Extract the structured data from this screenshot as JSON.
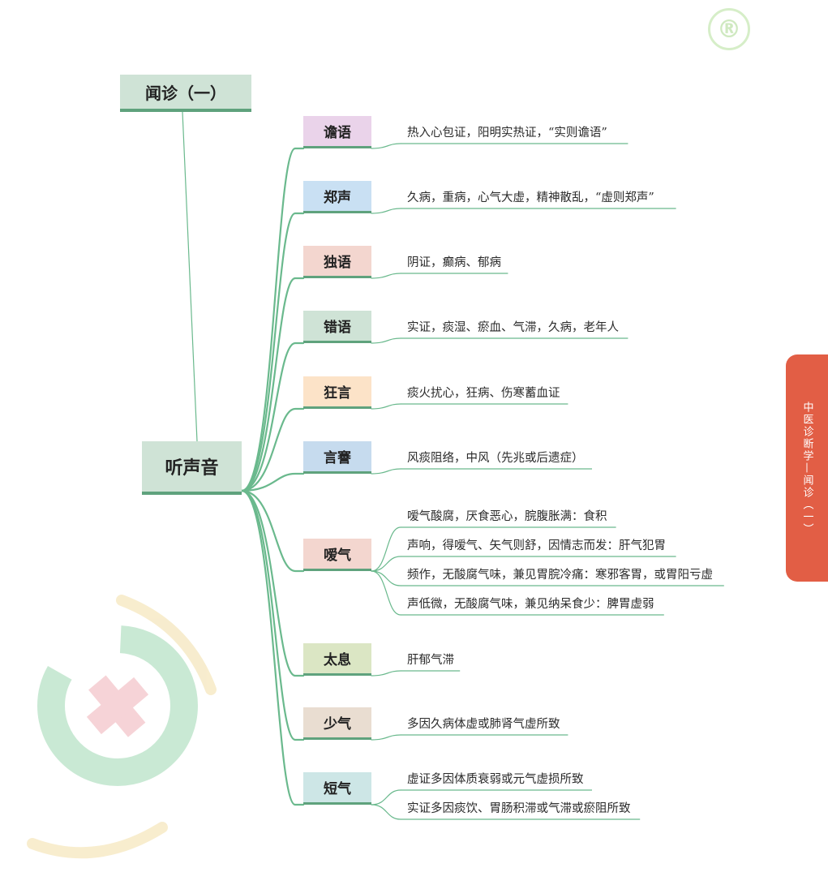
{
  "title": "闻诊（一）",
  "root": "听声音",
  "sidebar_label": "中医诊断学—闻诊（一）",
  "colors": {
    "line": "#6ab98d",
    "underline": "#5fa27d",
    "sidebar": "#e25e45"
  },
  "branches": [
    {
      "label": "谵语",
      "color": "#ead3ea",
      "items": [
        "热入心包证，阳明实热证，“实则谵语”"
      ]
    },
    {
      "label": "郑声",
      "color": "#c9e0f3",
      "items": [
        "久病，重病，心气大虚，精神散乱，“虚则郑声”"
      ]
    },
    {
      "label": "独语",
      "color": "#f3d6cf",
      "items": [
        "阴证，癫病、郁病"
      ]
    },
    {
      "label": "错语",
      "color": "#cfe3d6",
      "items": [
        "实证，痰湿、瘀血、气滞，久病，老年人"
      ]
    },
    {
      "label": "狂言",
      "color": "#fce3c8",
      "items": [
        "痰火扰心，狂病、伤寒蓄血证"
      ]
    },
    {
      "label": "言謇",
      "color": "#c6dbee",
      "items": [
        "风痰阻络，中风（先兆或后遗症）"
      ]
    },
    {
      "label": "嗳气",
      "color": "#f3d6cf",
      "items": [
        "嗳气酸腐，厌食恶心，脘腹胀满：食积",
        "声响，得嗳气、矢气则舒，因情志而发：肝气犯胃",
        "频作，无酸腐气味，兼见胃脘冷痛：寒邪客胃，或胃阳亏虚",
        "声低微，无酸腐气味，兼见纳呆食少：脾胃虚弱"
      ]
    },
    {
      "label": "太息",
      "color": "#dbe6c4",
      "items": [
        "肝郁气滞"
      ]
    },
    {
      "label": "少气",
      "color": "#e9ddd1",
      "items": [
        "多因久病体虚或肺肾气虚所致"
      ]
    },
    {
      "label": "短气",
      "color": "#cde6e6",
      "items": [
        "虚证多因体质衰弱或元气虚损所致",
        "实证多因痰饮、胃肠积滞或气滞或瘀阻所致"
      ]
    }
  ]
}
